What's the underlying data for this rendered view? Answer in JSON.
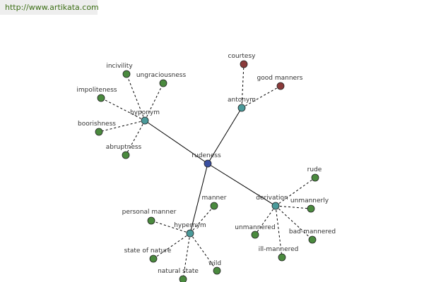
{
  "header": {
    "url": "http://www.artikata.com"
  },
  "colors": {
    "center": "#3a4fa0",
    "relation": "#4a9a9a",
    "leaf_green": "#4a8a3e",
    "leaf_red": "#8a3a3a",
    "edge": "#000000"
  },
  "graph": {
    "center": {
      "id": "rudeness",
      "label": "rudeness",
      "kind": "center"
    },
    "relations": [
      {
        "id": "hyponym",
        "label": "hyponym",
        "kind": "relation",
        "children": [
          {
            "id": "incivility",
            "label": "incivility",
            "kind": "leaf_green"
          },
          {
            "id": "ungraciousness",
            "label": "ungraciousness",
            "kind": "leaf_green"
          },
          {
            "id": "impoliteness",
            "label": "impoliteness",
            "kind": "leaf_green"
          },
          {
            "id": "boorishness",
            "label": "boorishness",
            "kind": "leaf_green"
          },
          {
            "id": "abruptness",
            "label": "abruptness",
            "kind": "leaf_green"
          }
        ]
      },
      {
        "id": "antonym",
        "label": "antonym",
        "kind": "relation",
        "children": [
          {
            "id": "courtesy",
            "label": "courtesy",
            "kind": "leaf_red"
          },
          {
            "id": "good-manners",
            "label": "good manners",
            "kind": "leaf_red"
          }
        ]
      },
      {
        "id": "derivation",
        "label": "derivation",
        "kind": "relation",
        "children": [
          {
            "id": "rude",
            "label": "rude",
            "kind": "leaf_green"
          },
          {
            "id": "unmannerly",
            "label": "unmannerly",
            "kind": "leaf_green"
          },
          {
            "id": "bad-mannered",
            "label": "bad-mannered",
            "kind": "leaf_green"
          },
          {
            "id": "ill-mannered",
            "label": "ill-mannered",
            "kind": "leaf_green"
          },
          {
            "id": "unmannered",
            "label": "unmannered",
            "kind": "leaf_green"
          }
        ]
      },
      {
        "id": "hypernym",
        "label": "hypernym",
        "kind": "relation",
        "children": [
          {
            "id": "manner",
            "label": "manner",
            "kind": "leaf_green"
          },
          {
            "id": "personal-manner",
            "label": "personal manner",
            "kind": "leaf_green"
          },
          {
            "id": "state-of-nature",
            "label": "state of nature",
            "kind": "leaf_green"
          },
          {
            "id": "natural-state",
            "label": "natural state",
            "kind": "leaf_green"
          },
          {
            "id": "wild",
            "label": "wild",
            "kind": "leaf_green"
          }
        ]
      }
    ]
  }
}
